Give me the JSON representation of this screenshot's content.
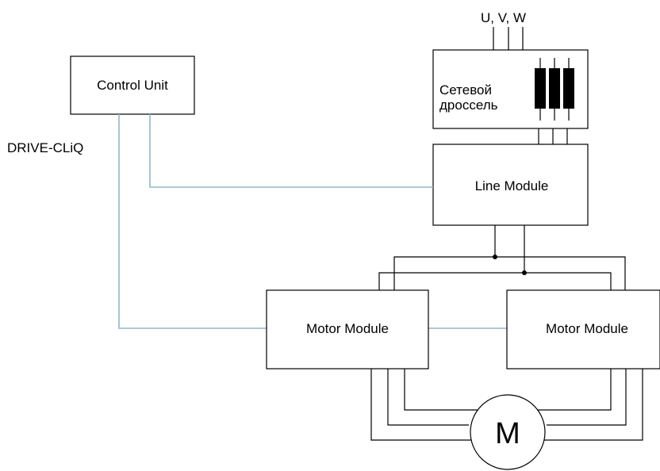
{
  "phase_label": "U, V, W",
  "bus_label": "DRIVE-CLiQ",
  "blocks": {
    "control_unit": "Control Unit",
    "reactor_line1": "Сетевой",
    "reactor_line2": "дроссель",
    "line_module": "Line Module",
    "motor_module_left": "Motor Module",
    "motor_module_right": "Motor Module",
    "motor": "M"
  },
  "colors": {
    "drive_cliq_line": "#8fb8c8",
    "power_line": "#000000"
  }
}
